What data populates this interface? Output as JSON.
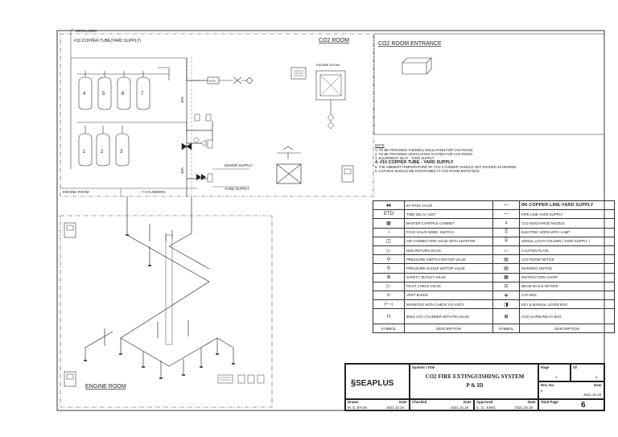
{
  "drawing": {
    "open_area": "OPEN AREA",
    "copper_tube_note": "#10 COPPER TUBE(YARD SUPPLY)",
    "co2_room": "CO2 ROOM",
    "co2_room_entrance": "CO2 ROOM ENTRANCE",
    "engine_room_label": "ENGINE ROOM",
    "engine_room_small": "ENGINE ROOM",
    "cylinders_box": "7 CYLINDERS",
    "maker_supply": "MAKER SUPPLY",
    "yard_supply": "YARD SUPPLY",
    "pipe_size_upper": "40A",
    "pipe_size_lower": "40A",
    "upper_cylinders": [
      "4",
      "5",
      "6",
      "7"
    ],
    "lower_cylinders": [
      "1",
      "2",
      "3"
    ],
    "etd_tag": "ETD"
  },
  "notes": {
    "heading": "NOTE",
    "items": [
      "1. TO BE PROVIDED THERMAL INSULATION FOR CO2 ROOM.",
      "2. TO BE PROVIDED VENTILATION SYSTEM FOR CO2 ROOM.",
      "3. EQUIPMENT SEAT - YARD SUPPLY",
      "4. #10 COPPER TUBE - YARD SUPPLY",
      "5. THE AMBIENT TEMPERATURE OF CO2 CYLINDER SHOULD NOT EXCEED 45 DEGREE.",
      "6. CAP BOX SHOULD BE POSITIONED AT CO2 ROOM ENTRANCE."
    ]
  },
  "legend": {
    "left": [
      {
        "sym": "⧓",
        "desc": "BY PASS VALVE"
      },
      {
        "sym": "ETD",
        "desc": "TIME DELAY UNIT"
      },
      {
        "sym": "▦",
        "desc": "MASTER CONTROL CABINET"
      },
      {
        "sym": "♁",
        "desc": "P.O.D VALVE W/IND. SWITCH"
      },
      {
        "sym": "◫",
        "desc": "AIR CONNECTION VALVE WITH ADAPTOR"
      },
      {
        "sym": "▷",
        "desc": "NON RETURN VALVE"
      },
      {
        "sym": "⚲",
        "desc": "PRESSURE SWITCH W/STOP VALVE"
      },
      {
        "sym": "⚲",
        "desc": "PRESSURE GAUGE W/STOP VALVE"
      },
      {
        "sym": "⊛",
        "desc": "SAFETY OUTLET VALVE"
      },
      {
        "sym": "▷",
        "desc": "PILOT CHECK VALVE"
      },
      {
        "sym": "⋗",
        "desc": "VENT BLEED"
      },
      {
        "sym": "⊢⊣",
        "desc": "MANIFOLD WITH CHECK V/V ASS'Y"
      },
      {
        "sym": "⊓",
        "desc": "50KG CO2 CYLINDER WITH PM VALVE"
      }
    ],
    "right": [
      {
        "sym": "—",
        "desc": "Ø6 COPPER LINE-YARD SUPPLY"
      },
      {
        "sym": "—",
        "desc": "PIPE LINE-YARD SUPPLY"
      },
      {
        "sym": "⍋",
        "desc": "CO2 DISCHARGE NOZZLE"
      },
      {
        "sym": "⍰",
        "desc": "ELECTRIC HORN WITH LAMP"
      },
      {
        "sym": "⌸",
        "desc": "SIGNAL LIGHT COLUMN ( YARD SUPPLY )"
      },
      {
        "sym": "▭",
        "desc": "CAUTION PLATE"
      },
      {
        "sym": "▤",
        "desc": "CO2 ROOM NOTICE"
      },
      {
        "sym": "▤",
        "desc": "WARNING NOTICE"
      },
      {
        "sym": "▦",
        "desc": "INSTRUCTION CHART"
      },
      {
        "sym": "⚖",
        "desc": "BEAM SCALE W/YOKE"
      },
      {
        "sym": "⬙",
        "desc": "CAP BOX"
      },
      {
        "sym": "◨",
        "desc": "KEY & MANUAL LEVER BOX"
      },
      {
        "sym": "⊠",
        "desc": "CO2 ALARM RELAY BOX"
      }
    ],
    "header": {
      "symbol": "SYMBOL",
      "description": "DESCRIPTION"
    }
  },
  "title_block": {
    "company": "SEAPLUS",
    "system_label": "System / Title",
    "title_line1": "CO2 FIRE EXTINGUISHING SYSTEM",
    "title_line2": "P & ID",
    "page_label": "Page",
    "of_label": "Of",
    "page_value": "1",
    "of_value": "1",
    "rev_label": "Rev. No.",
    "rev_value": "0",
    "date_label": "Date",
    "rev_date": "2021.10.19",
    "total_page_label": "Total Page",
    "total_page_value": "6",
    "drawn_label": "Drawn",
    "drawn_name": "M. S. BYUN",
    "drawn_date": "2021.10.19",
    "checked_label": "Checked",
    "checked_name": "-",
    "checked_date": "2021.10.19",
    "approved_label": "Approved",
    "approved_name": "G. O. JUNG",
    "approved_date": "2021.10.19"
  }
}
